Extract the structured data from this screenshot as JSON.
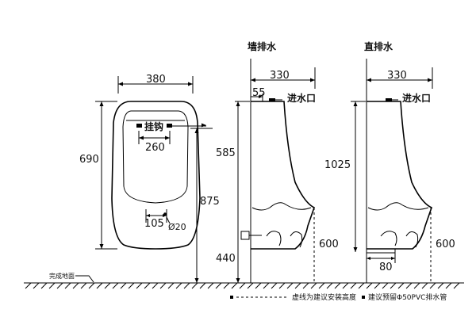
{
  "views": {
    "wall_drain": {
      "title": "墙排水"
    },
    "floor_drain": {
      "title": "直排水"
    }
  },
  "dimensions": {
    "front_width": "380",
    "front_height": "690",
    "hook_width": "260",
    "hook_label": "挂钩",
    "outlet_offset": "105",
    "outlet_diameter": "Ø20",
    "install_height": "875",
    "wall_depth": "330",
    "wall_inlet_offset": "55",
    "wall_inlet_label": "进水口",
    "wall_hook_height": "585",
    "wall_drain_height": "440",
    "wall_dash_height": "600",
    "floor_depth": "330",
    "floor_inlet_label": "进水口",
    "floor_total_height": "1025",
    "floor_dash_height": "600",
    "floor_drain_offset": "80"
  },
  "ground": {
    "label": "完成地面"
  },
  "legend": {
    "dashed_note": "虚线为建议安装高度",
    "pipe_note": "建议预留Φ50PVC排水管"
  }
}
